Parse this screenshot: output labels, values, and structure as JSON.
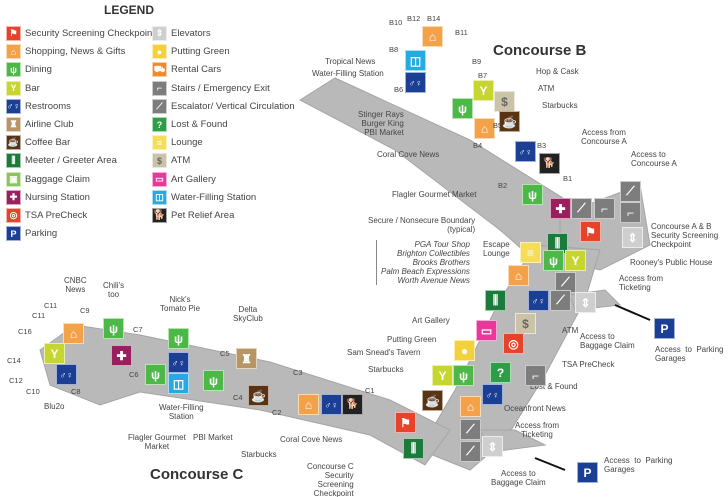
{
  "legend": {
    "title": "LEGEND",
    "items": [
      {
        "type": "security",
        "label": "Security Screening Checkpoint",
        "color": "#e8432a"
      },
      {
        "type": "shopping",
        "label": "Shopping, News & Gifts",
        "color": "#f4a24a"
      },
      {
        "type": "dining",
        "label": "Dining",
        "color": "#4cb848"
      },
      {
        "type": "bar",
        "label": "Bar",
        "color": "#c7d530"
      },
      {
        "type": "restrooms",
        "label": "Restrooms",
        "color": "#1b3f95"
      },
      {
        "type": "airline",
        "label": "Airline Club",
        "color": "#b89565"
      },
      {
        "type": "coffee",
        "label": "Coffee Bar",
        "color": "#5a3313"
      },
      {
        "type": "meeter",
        "label": "Meeter / Greeter Area",
        "color": "#1c7a3a"
      },
      {
        "type": "baggage",
        "label": "Baggage Claim",
        "color": "#8cc65a"
      },
      {
        "type": "nursing",
        "label": "Nursing Station",
        "color": "#9b1f5e"
      },
      {
        "type": "tsa",
        "label": "TSA PreCheck",
        "color": "#e8432a"
      },
      {
        "type": "parking",
        "label": "Parking",
        "color": "#1b3f95"
      },
      {
        "type": "elevator",
        "label": "Elevators",
        "color": "#cfcfcf"
      },
      {
        "type": "putting",
        "label": "Putting Green",
        "color": "#f4d03a"
      },
      {
        "type": "rental",
        "label": "Rental Cars",
        "color": "#f08a2a"
      },
      {
        "type": "stairs",
        "label": "Stairs / Emergency Exit",
        "color": "#7d7d7d"
      },
      {
        "type": "escalator",
        "label": "Escalator/ Vertical Circulation",
        "color": "#7d7d7d"
      },
      {
        "type": "lost",
        "label": "Lost & Found",
        "color": "#2e9e46"
      },
      {
        "type": "lounge",
        "label": "Lounge",
        "color": "#f5dd5a"
      },
      {
        "type": "atm",
        "label": "ATM",
        "color": "#cbc3a8"
      },
      {
        "type": "art",
        "label": "Art Gallery",
        "color": "#e8389a"
      },
      {
        "type": "water",
        "label": "Water-Filling Station",
        "color": "#27aae1"
      },
      {
        "type": "pet",
        "label": "Pet Relief Area",
        "color": "#222222"
      }
    ]
  },
  "concourses": {
    "b": "Concourse B",
    "c": "Concourse C"
  },
  "gates_b": [
    "B10",
    "B12",
    "B14",
    "B11",
    "B8",
    "B9",
    "B7",
    "B6",
    "B5",
    "B4",
    "B3",
    "B2",
    "B1"
  ],
  "gates_c": [
    "C11",
    "C11",
    "C9",
    "C16",
    "C7",
    "C14",
    "C6",
    "C12",
    "C10",
    "C8",
    "C5",
    "C4",
    "C3",
    "C2",
    "C1"
  ],
  "labels": {
    "tropical_news": "Tropical News",
    "water_b": "Water-Filling Station",
    "hop_cask": "Hop & Cask",
    "atm_b": "ATM",
    "starbucks_b": "Starbucks",
    "stinger": "Stinger Rays\nBurger King\nPBI Market",
    "coral_b": "Coral Cove News",
    "access_from_a": "Access from\nConcourse A",
    "access_to_a": "Access to\nConcourse A",
    "flagler_b": "Flagler Gourmet Market",
    "boundary": "Secure / Nonsecure Boundary\n(typical)",
    "ab_security": "Concourse A & B\nSecurity Screening\nCheckpoint",
    "shops": "PGA Tour Shop\nBrighton Collectibles\nBrooks Brothers\nPalm Beach Expressions\nWorth Avenue News",
    "escape": "Escape\nLounge",
    "rooneys": "Rooney's Public House",
    "access_ticketing_1": "Access from\nTicketing",
    "atm_main": "ATM",
    "access_baggage_1": "Access to\nBaggage Claim",
    "parking_1": "Access  to  Parking\nGarages",
    "art_gallery": "Art Gallery",
    "putting_green": "Putting Green",
    "sam_snead": "Sam Snead's Tavern",
    "starbucks_main": "Starbucks",
    "tsa": "TSA PreCheck",
    "lost_found": "Lost & Found",
    "oceanfront": "Oceanfront News",
    "access_ticketing_2": "Access from\nTicketing",
    "access_baggage_2": "Access to\nBaggage Claim",
    "parking_2": "Access  to  Parking\nGarages",
    "c_security": "Concourse C\nSecurity\nScreening\nCheckpoint",
    "cnbc": "CNBC\nNews",
    "chilis": "Chili's\ntoo",
    "nicks": "Nick's\nTomato Pie",
    "delta": "Delta\nSkyClub",
    "blu2o": "Blu2o",
    "flagler_c": "Flagler Gourmet\nMarket",
    "water_c": "Water-Filling\nStation",
    "pbi_market": "PBI Market",
    "starbucks_c": "Starbucks",
    "coral_c": "Coral Cove News"
  }
}
